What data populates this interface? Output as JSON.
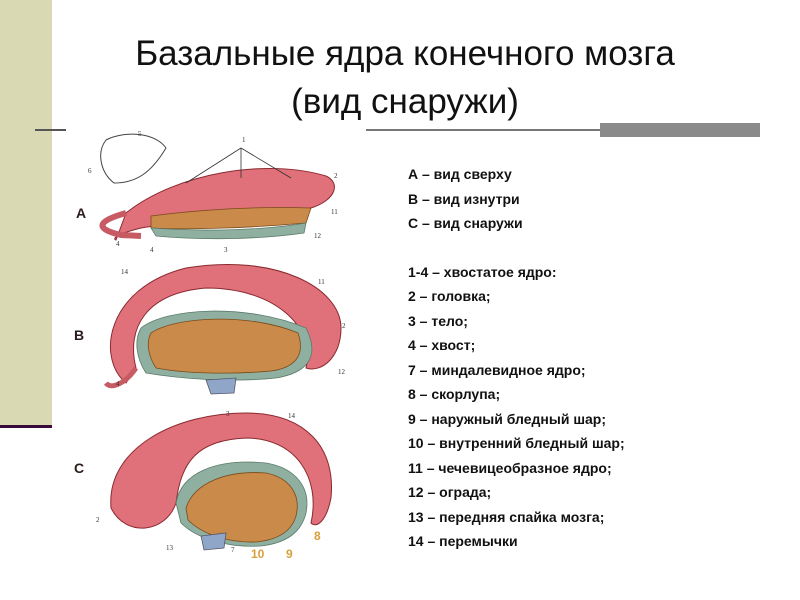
{
  "title": {
    "line1": "Базальные ядра конечного мозга",
    "line2": "(вид снаружи)"
  },
  "legend": {
    "views": [
      "А – вид сверху",
      "В – вид изнутри",
      "С – вид снаружи"
    ],
    "items": [
      "1-4 – хвостатое ядро:",
      "2 – головка;",
      "3 – тело;",
      "4 – хвост;",
      "7 – миндалевидное ядро;",
      "8 – скорлупа;",
      "9 – наружный бледный шар;",
      "10 – внутренний бледный шар;",
      "11 – чечевицеобразное ядро;",
      "12 – ограда;",
      "13 – передняя спайка мозга;",
      "14 – перемычки"
    ]
  },
  "figure": {
    "panel_labels": [
      "A",
      "B",
      "C"
    ],
    "numbers_a": [
      "5",
      "1",
      "6",
      "2",
      "11",
      "12",
      "4",
      "4"
    ],
    "numbers_b": [
      "3",
      "14",
      "11",
      "2",
      "12",
      "4"
    ],
    "numbers_c": [
      "3",
      "14",
      "2",
      "13",
      "7"
    ],
    "overlay_numbers": [
      "10",
      "9",
      "8"
    ]
  },
  "colors": {
    "side_band": "#d9d9b3",
    "caudate": "#e0707a",
    "putamen": "#c98a4a",
    "claustrum": "#8fb0a0",
    "amygdala": "#8fa6c8",
    "overlay_number": "#d9a03a"
  }
}
